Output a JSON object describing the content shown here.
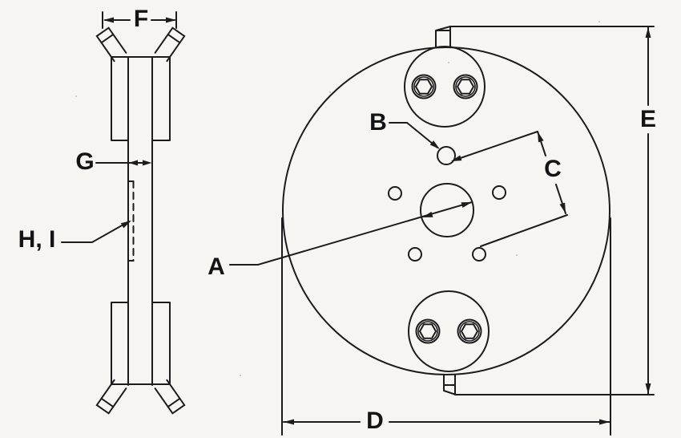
{
  "drawing": {
    "colors": {
      "line": "#1c1c1c",
      "background": "#f6f5f2",
      "label_text": "#141414"
    },
    "dimension_labels": {
      "A": "A",
      "B": "B",
      "C": "C",
      "D": "D",
      "E": "E",
      "F": "F",
      "G": "G",
      "HI": "H, I"
    }
  }
}
